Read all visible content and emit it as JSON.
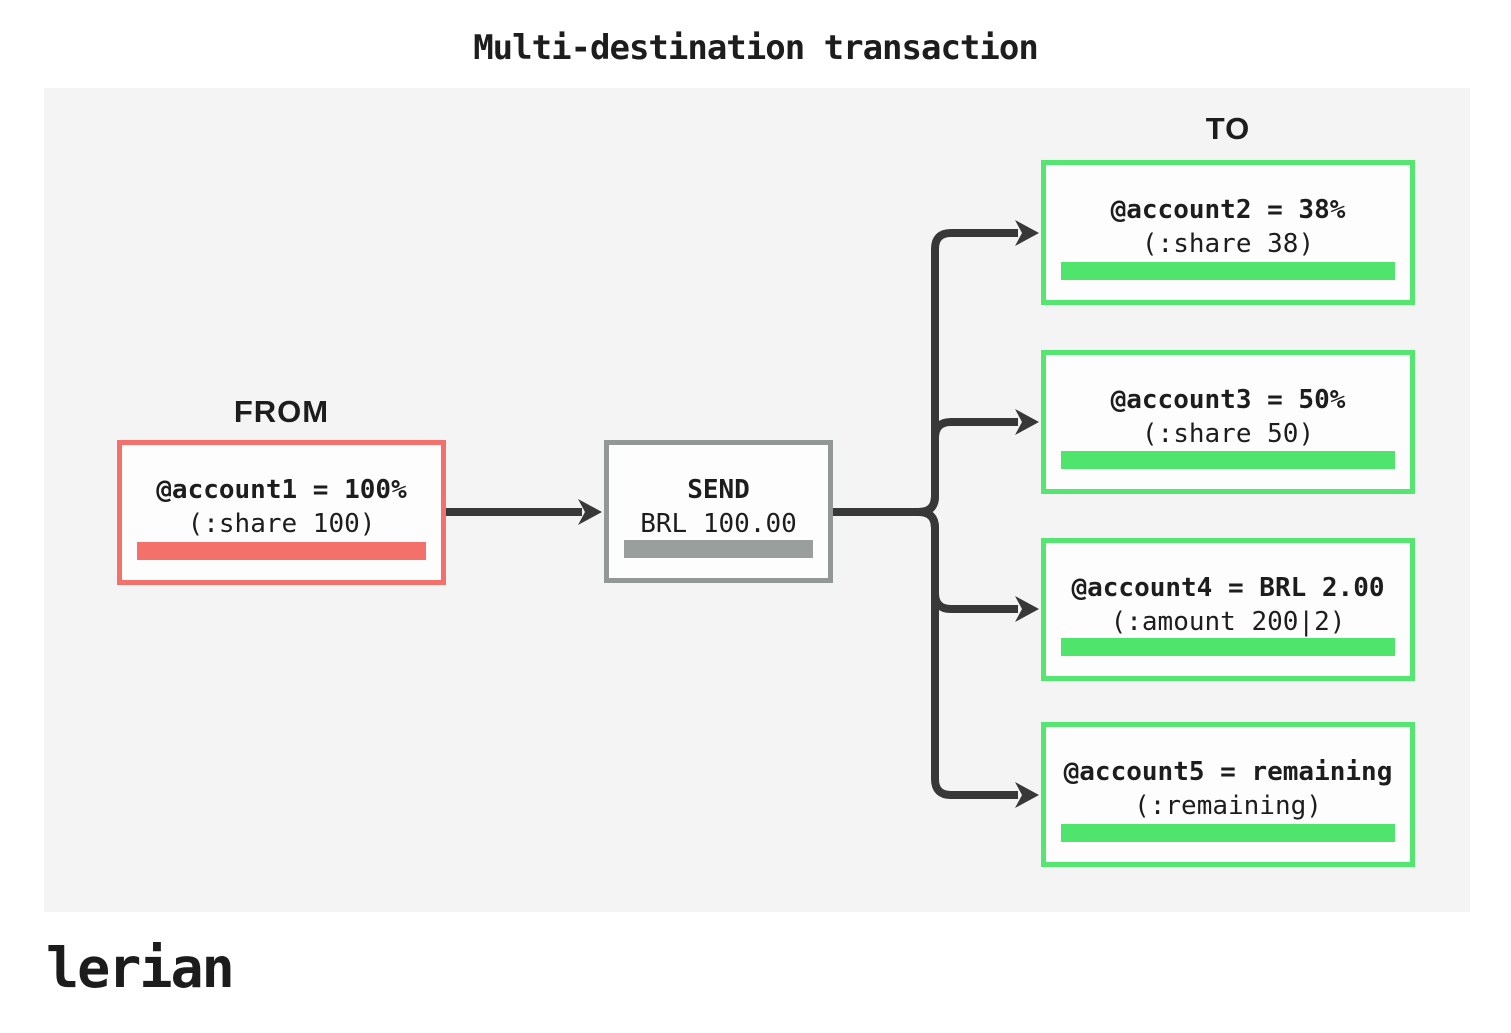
{
  "title": "Multi-destination transaction",
  "diagram": {
    "from_label": "FROM",
    "to_label": "TO",
    "from_node": {
      "line1": "@account1 = 100%",
      "line2": "(:share 100)"
    },
    "send_node": {
      "line1": "SEND",
      "line2": "BRL 100.00"
    },
    "to_nodes": [
      {
        "line1": "@account2 = 38%",
        "line2": "(:share 38)"
      },
      {
        "line1": "@account3 = 50%",
        "line2": "(:share 50)"
      },
      {
        "line1": "@account4 = BRL 2.00",
        "line2": "(:amount 200|2)"
      },
      {
        "line1": "@account5 = remaining",
        "line2": "(:remaining)"
      }
    ]
  },
  "footer": {
    "logo_text": "lerian"
  },
  "colors": {
    "from_accent": "#f4706a",
    "send_accent": "#929896",
    "to_accent": "#55e571",
    "connector": "#383838",
    "panel_background": "#f4f4f4",
    "node_background": "#fdfdfd"
  }
}
